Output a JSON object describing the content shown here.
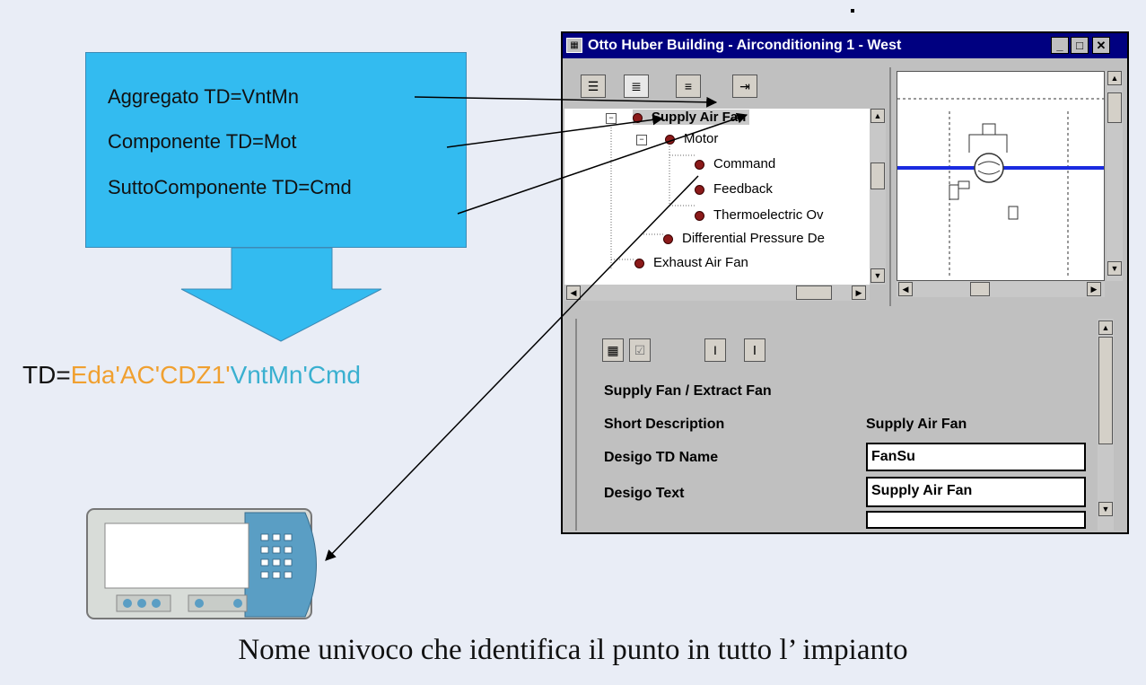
{
  "callout": {
    "lines": [
      "Aggregato TD=VntMn",
      "Componente TD=Mot",
      "SuttoComponente TD=Cmd"
    ]
  },
  "td_formula": {
    "prefix": "TD=",
    "orange_part": "Eda'AC'CDZ1'",
    "blue_part": "VntMn'Cmd",
    "colors": {
      "prefix": "#111111",
      "orange": "#f0a030",
      "blue": "#3ab0d0"
    }
  },
  "window": {
    "title": "Otto Huber Building - Airconditioning 1 - West",
    "controls": {
      "minimize": "_",
      "maximize": "□",
      "close": "✕"
    },
    "toolbar_icons": [
      "list-icon",
      "details-icon",
      "align-icon",
      "indent-icon"
    ],
    "tree": [
      {
        "label": "Supply Air Fan",
        "selected": true
      },
      {
        "label": "Motor"
      },
      {
        "label": "Command"
      },
      {
        "label": "Feedback"
      },
      {
        "label": "Thermoelectric Ov"
      },
      {
        "label": "Differential Pressure De"
      },
      {
        "label": "Exhaust Air Fan"
      }
    ],
    "properties": {
      "section_title": "Supply Fan / Extract Fan",
      "short_description_label": "Short Description",
      "short_description_value": "Supply Air Fan",
      "td_name_label": "Desigo TD Name",
      "td_name_value": "FanSu",
      "text_label": "Desigo Text",
      "text_value": "Supply Air Fan"
    },
    "colors": {
      "titlebar": "#000080",
      "pipe": "#1a2be0"
    }
  },
  "caption": "Nome univoco che identifica il punto in tutto l’ impianto"
}
